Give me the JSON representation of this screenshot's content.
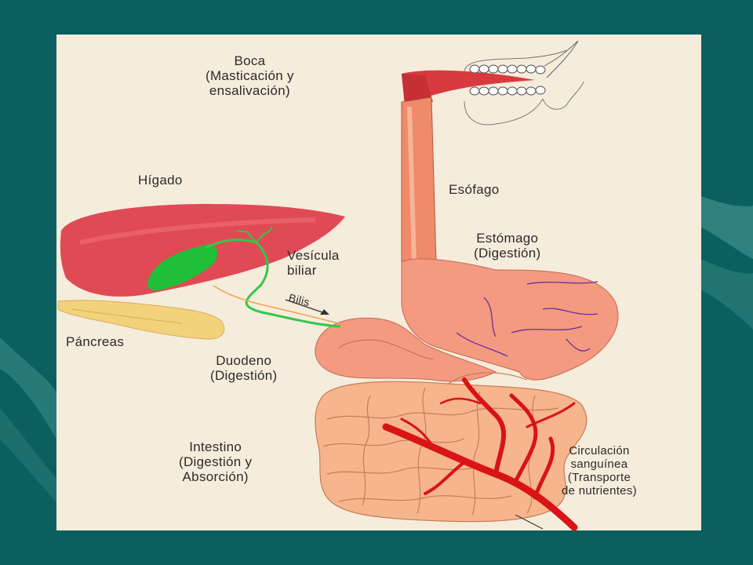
{
  "labels": {
    "boca": [
      "Boca",
      "(Masticación y",
      "ensalivación)"
    ],
    "higado": [
      "Hígado"
    ],
    "esofago": [
      "Esófago"
    ],
    "estomago": [
      "Estómago",
      "(Digestión)"
    ],
    "vesicula": [
      "Vesícula",
      "biliar"
    ],
    "bilis": [
      "Bilis"
    ],
    "pancreas": [
      "Páncreas"
    ],
    "duodeno": [
      "Duodeno",
      "(Digestión)"
    ],
    "intestino": [
      "Intestino",
      "(Digestión y",
      "Absorción)"
    ],
    "circulacion": [
      "Circulación",
      "sanguínea",
      "(Transporte",
      "de nutrientes)"
    ]
  },
  "colors": {
    "slide_background": "#0b5f5e",
    "panel_background": "#f6ecdc",
    "liver": "#e04a55",
    "gallbladder": "#1fbf3a",
    "pancreas": "#f2d27a",
    "esophagus": "#ef8a6a",
    "stomach": "#f39a80",
    "intestine": "#f6b58c",
    "blood_vessels": "#d81414"
  }
}
